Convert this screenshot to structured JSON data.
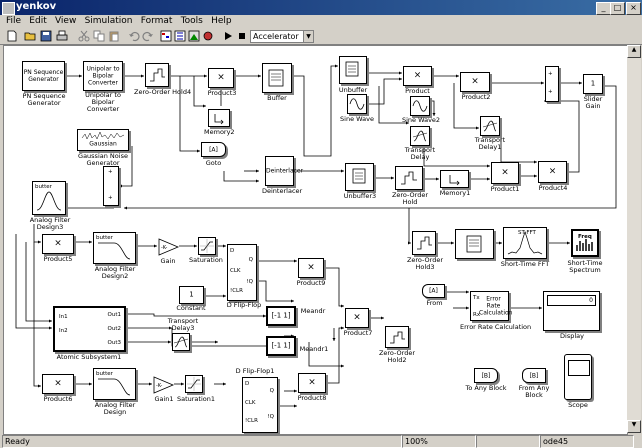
{
  "window": {
    "title": "yenkov"
  },
  "menu": [
    "File",
    "Edit",
    "View",
    "Simulation",
    "Format",
    "Tools",
    "Help"
  ],
  "toolbar": {
    "sim_mode": "Accelerator"
  },
  "status": {
    "left": "Ready",
    "zoom": "100%",
    "solver": "ode45"
  },
  "blocks": {
    "pn_gen": {
      "text": "PN Sequence Generator",
      "label": "PN Sequence Generator"
    },
    "unipolar": {
      "text": "Unipolar to Bipolar Converter",
      "label": "Unipolar to Bipolar Converter"
    },
    "zoh4": {
      "label": "Zero-Order Hold4"
    },
    "product3": {
      "label": "Product3",
      "sym": "×"
    },
    "buffer": {
      "label": "Buffer"
    },
    "memory2": {
      "label": "Memory2"
    },
    "goto": {
      "text": "[A]",
      "label": "Goto"
    },
    "gaussian": {
      "text": "Gaussian",
      "label": "Gaussian Noise Generator"
    },
    "afd3": {
      "text": "butter",
      "label": "Analog Filter Design3"
    },
    "unbuffer": {
      "label": "Unbuffer"
    },
    "sinewave": {
      "label": "Sine Wave"
    },
    "product_top": {
      "label": "Product",
      "sym": "×"
    },
    "sinewave2": {
      "label": "Sine Wave2"
    },
    "transport_delay": {
      "label": "Transport Delay"
    },
    "product2": {
      "label": "Product2",
      "sym": "×"
    },
    "transport_delay1": {
      "label": "Transport Delay1"
    },
    "slider": {
      "text": "1",
      "label": "Slider Gain"
    },
    "deinterlacer": {
      "text": "Deinterlacer",
      "label": "Deinterlacer"
    },
    "unbuffer3": {
      "label": "Unbuffer3"
    },
    "zoh": {
      "label": "Zero-Order Hold"
    },
    "memory1": {
      "label": "Memory1"
    },
    "product1": {
      "label": "Product1",
      "sym": "×"
    },
    "product4": {
      "label": "Product4",
      "sym": "×"
    },
    "zoh3": {
      "label": "Zero-Order Hold3"
    },
    "stfft": {
      "text": "ST-FFT",
      "label": "Short-Time FFT"
    },
    "freq": {
      "text": "Freq",
      "label": "Short-Time Spectrum"
    },
    "product5": {
      "label": "Product5",
      "sym": "×"
    },
    "afd2": {
      "text": "butter",
      "label": "Analog Filter Design2"
    },
    "gain": {
      "text": "-K-",
      "label": "Gain"
    },
    "saturation": {
      "label": "Saturation"
    },
    "dff": {
      "label": "D Flip-Flop",
      "ports": [
        "D",
        "CLK",
        "!CLR",
        "Q",
        "!Q"
      ]
    },
    "constant": {
      "text": "1",
      "label": "Constant"
    },
    "meandr": {
      "text": "[-1 1]",
      "label": "Meandr"
    },
    "product9": {
      "label": "Product9",
      "sym": "×"
    },
    "atomic": {
      "label": "Atomic Subsystem1",
      "in": [
        "In1",
        "In2"
      ],
      "out": [
        "Out1",
        "Out2",
        "Out3"
      ]
    },
    "transport_delay3": {
      "label": "Transport Delay3"
    },
    "product7": {
      "label": "Product7",
      "sym": "×"
    },
    "zoh2": {
      "label": "Zero-Order Hold2"
    },
    "meandr1": {
      "text": "[-1 1]",
      "label": "Meandr1"
    },
    "from": {
      "text": "[A]",
      "label": "From"
    },
    "err_rate": {
      "text": "Error Rate Calculation",
      "ports": [
        "Tx",
        "Rx"
      ],
      "label": "Error Rate Calculation"
    },
    "display": {
      "text": "0",
      "label": "Display"
    },
    "product6": {
      "label": "Product6",
      "sym": "×"
    },
    "afd": {
      "text": "butter",
      "label": "Analog Filter Design"
    },
    "gain1": {
      "text": "-K-",
      "label": "Gain1"
    },
    "saturation1": {
      "label": "Saturation1"
    },
    "dff1": {
      "label": "D Flip-Flop1",
      "ports": [
        "D",
        "CLK",
        "!CLR",
        "Q",
        "!Q"
      ]
    },
    "product8": {
      "label": "Product8",
      "sym": "×"
    },
    "to_any": {
      "text": "[B]",
      "label": "To Any Block"
    },
    "from_any": {
      "text": "[B]",
      "label": "From Any Block"
    },
    "scope": {
      "label": "Scope"
    }
  }
}
